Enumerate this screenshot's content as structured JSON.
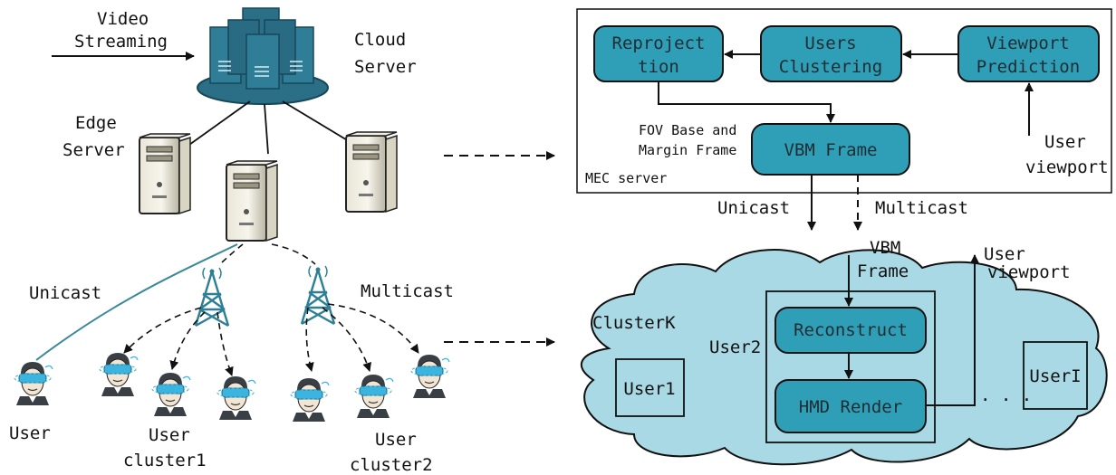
{
  "left": {
    "video_streaming": [
      "Video",
      "Streaming"
    ],
    "cloud_server": [
      "Cloud",
      "Server"
    ],
    "edge_server": [
      "Edge",
      "Server"
    ],
    "unicast": "Unicast",
    "multicast": "Multicast",
    "user": "User",
    "user_cluster1": [
      "User",
      "cluster1"
    ],
    "user_cluster2": [
      "User",
      "cluster2"
    ]
  },
  "mec": {
    "reprojection": [
      "Reproject",
      "tion"
    ],
    "users_clustering": [
      "Users",
      "Clustering"
    ],
    "viewport_prediction": [
      "Viewport",
      "Prediction"
    ],
    "fov_note": [
      "FOV Base and",
      "Margin Frame"
    ],
    "vbm_frame": "VBM Frame",
    "user_viewport": [
      "User",
      "viewport"
    ],
    "server_label": "MEC server",
    "unicast": "Unicast",
    "multicast": "Multicast"
  },
  "cluster": {
    "vbm_frame": [
      "VBM",
      "Frame"
    ],
    "user_viewport": [
      "User",
      "viewport"
    ],
    "name": "ClusterK",
    "user2": "User2",
    "reconstruct": "Reconstruct",
    "hmd_render": "HMD Render",
    "user1": "User1",
    "userI": "UserI",
    "ellipsis": "· · ·"
  },
  "colors": {
    "teal_box": "#2f9fb8",
    "teal_dark": "#1d6f84",
    "cloud_fill": "#a9d9e4",
    "headset": "#3bb4e0",
    "server_slate": "#2a6f86",
    "unicast_line": "#3a8a9a"
  }
}
